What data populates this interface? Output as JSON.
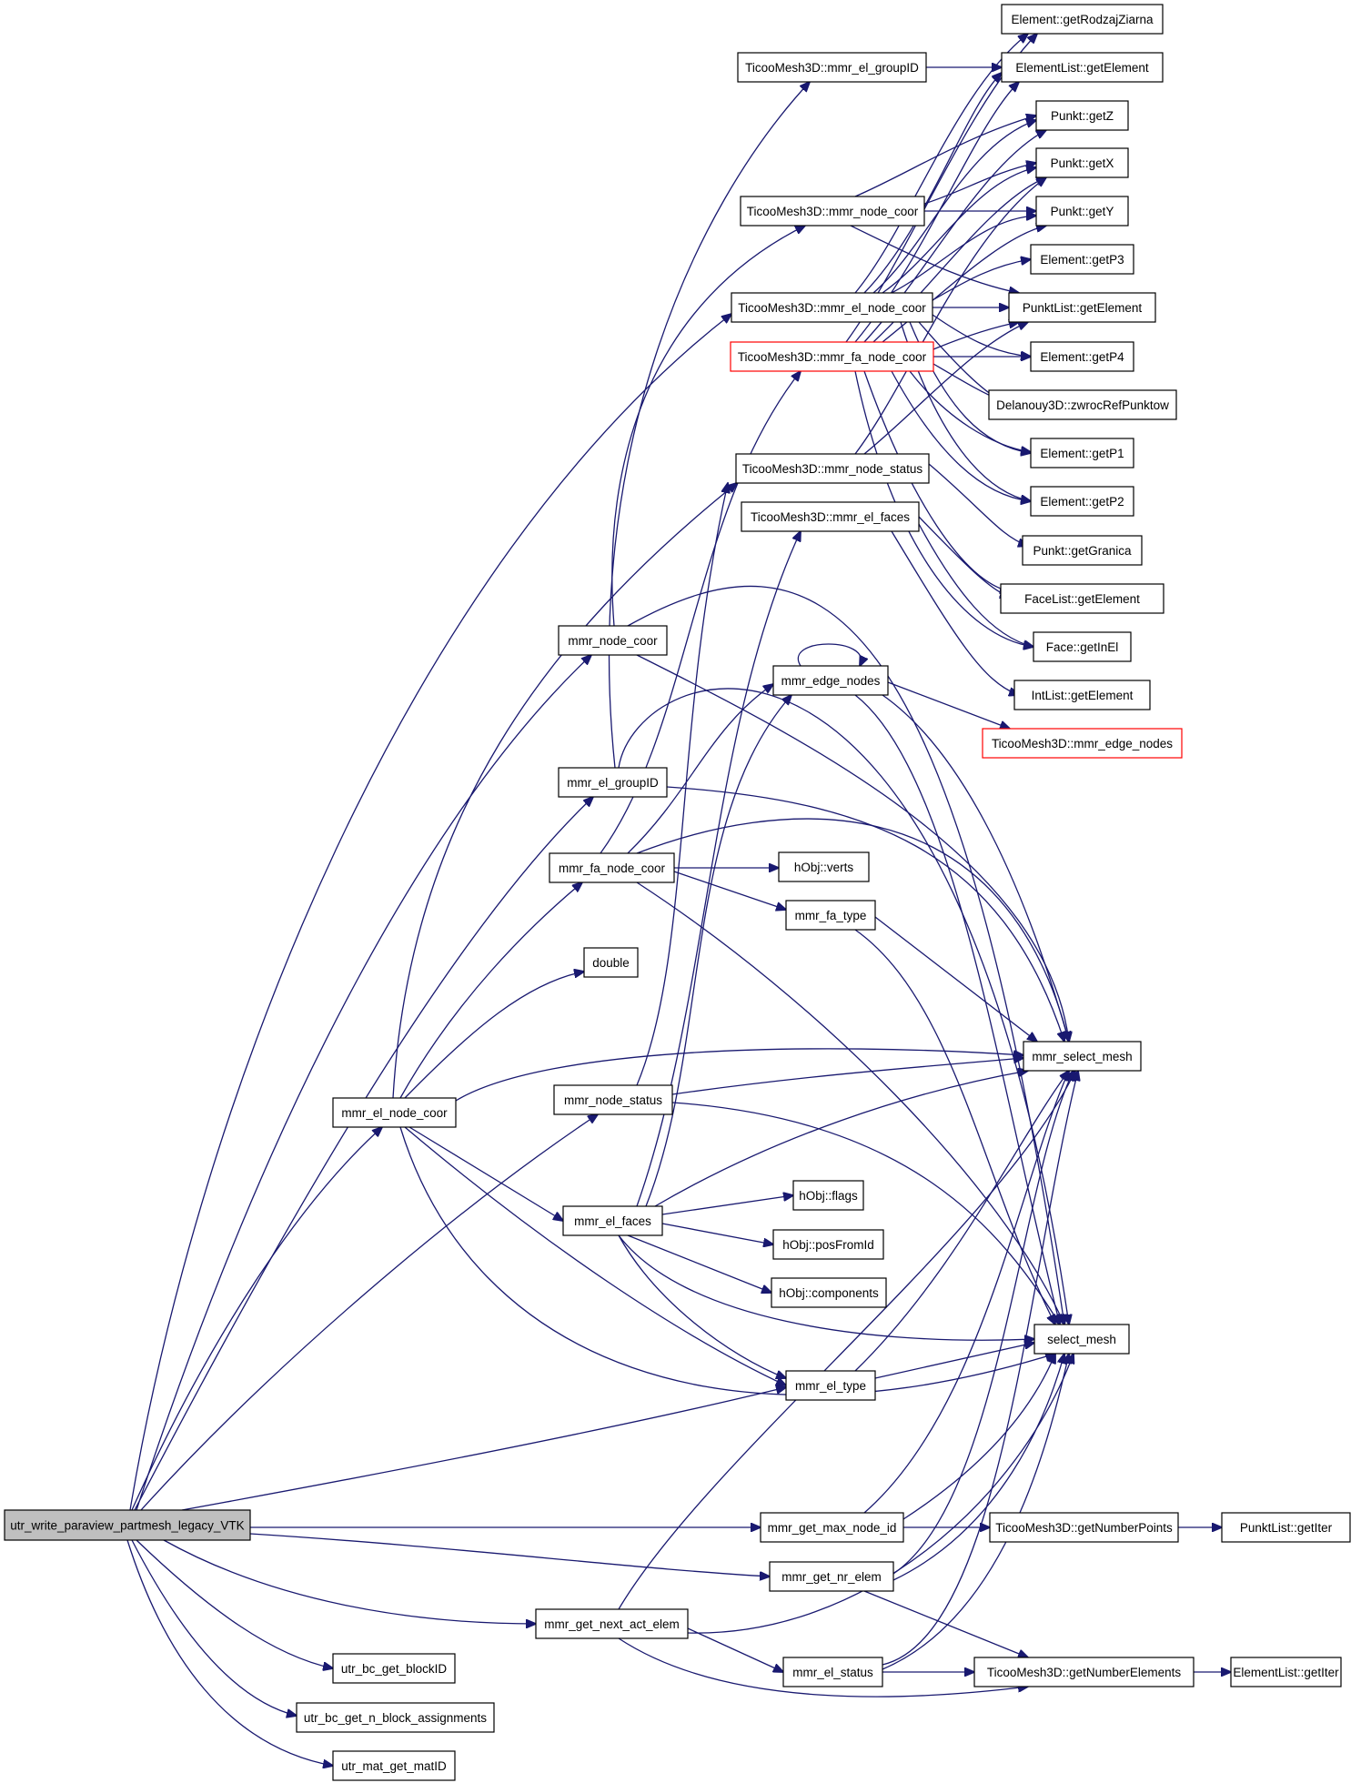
{
  "colors": {
    "edge": "#191970",
    "node_border": "#000000",
    "truncated_border": "#ff0000",
    "root_fill": "#bfbfbf",
    "background": "#ffffff"
  },
  "nodes": [
    {
      "id": "root",
      "label": "utr_write_paraview_partmesh_legacy_VTK",
      "root": true
    },
    {
      "id": "m_node_coor",
      "label": "mmr_node_coor"
    },
    {
      "id": "m_el_groupID",
      "label": "mmr_el_groupID"
    },
    {
      "id": "m_fa_node_coor",
      "label": "mmr_fa_node_coor"
    },
    {
      "id": "double",
      "label": "double"
    },
    {
      "id": "m_el_node_coor",
      "label": "mmr_el_node_coor"
    },
    {
      "id": "m_node_status",
      "label": "mmr_node_status"
    },
    {
      "id": "m_el_faces",
      "label": "mmr_el_faces"
    },
    {
      "id": "m_el_type",
      "label": "mmr_el_type"
    },
    {
      "id": "m_get_max_node_id",
      "label": "mmr_get_max_node_id"
    },
    {
      "id": "m_get_nr_elem",
      "label": "mmr_get_nr_elem"
    },
    {
      "id": "m_get_next_act_elem",
      "label": "mmr_get_next_act_elem"
    },
    {
      "id": "m_el_status",
      "label": "mmr_el_status"
    },
    {
      "id": "bc_blockID",
      "label": "utr_bc_get_blockID"
    },
    {
      "id": "bc_n_block",
      "label": "utr_bc_get_n_block_assignments"
    },
    {
      "id": "mat_matID",
      "label": "utr_mat_get_matID"
    },
    {
      "id": "T_el_groupID",
      "label": "TicooMesh3D::mmr_el_groupID"
    },
    {
      "id": "T_node_coor",
      "label": "TicooMesh3D::mmr_node_coor"
    },
    {
      "id": "T_el_node_coor",
      "label": "TicooMesh3D::mmr_el_node_coor"
    },
    {
      "id": "T_fa_node_coor",
      "label": "TicooMesh3D::mmr_fa_node_coor",
      "truncated": true
    },
    {
      "id": "T_node_status",
      "label": "TicooMesh3D::mmr_node_status"
    },
    {
      "id": "T_el_faces",
      "label": "TicooMesh3D::mmr_el_faces"
    },
    {
      "id": "m_edge_nodes",
      "label": "mmr_edge_nodes"
    },
    {
      "id": "hObj_verts",
      "label": "hObj::verts"
    },
    {
      "id": "m_fa_type",
      "label": "mmr_fa_type"
    },
    {
      "id": "hObj_flags",
      "label": "hObj::flags"
    },
    {
      "id": "hObj_posFromId",
      "label": "hObj::posFromId"
    },
    {
      "id": "hObj_components",
      "label": "hObj::components"
    },
    {
      "id": "E_getRodzaj",
      "label": "Element::getRodzajZiarna"
    },
    {
      "id": "EL_getElement",
      "label": "ElementList::getElement"
    },
    {
      "id": "P_getZ",
      "label": "Punkt::getZ"
    },
    {
      "id": "P_getX",
      "label": "Punkt::getX"
    },
    {
      "id": "P_getY",
      "label": "Punkt::getY"
    },
    {
      "id": "E_getP3",
      "label": "Element::getP3"
    },
    {
      "id": "PL_getElement",
      "label": "PunktList::getElement"
    },
    {
      "id": "E_getP4",
      "label": "Element::getP4"
    },
    {
      "id": "D_zwroc",
      "label": "Delanouy3D::zwrocRefPunktow"
    },
    {
      "id": "E_getP1",
      "label": "Element::getP1"
    },
    {
      "id": "E_getP2",
      "label": "Element::getP2"
    },
    {
      "id": "P_getGranica",
      "label": "Punkt::getGranica"
    },
    {
      "id": "FL_getElement",
      "label": "FaceList::getElement"
    },
    {
      "id": "F_getInEl",
      "label": "Face::getInEl"
    },
    {
      "id": "IL_getElement",
      "label": "IntList::getElement"
    },
    {
      "id": "T_edge_nodes",
      "label": "TicooMesh3D::mmr_edge_nodes",
      "truncated": true
    },
    {
      "id": "mmr_select_mesh",
      "label": "mmr_select_mesh"
    },
    {
      "id": "select_mesh",
      "label": "select_mesh"
    },
    {
      "id": "T_getNumberPoints",
      "label": "TicooMesh3D::getNumberPoints"
    },
    {
      "id": "PL_getIter",
      "label": "PunktList::getIter"
    },
    {
      "id": "T_getNumberElements",
      "label": "TicooMesh3D::getNumberElements"
    },
    {
      "id": "EL_getIter",
      "label": "ElementList::getIter"
    }
  ]
}
